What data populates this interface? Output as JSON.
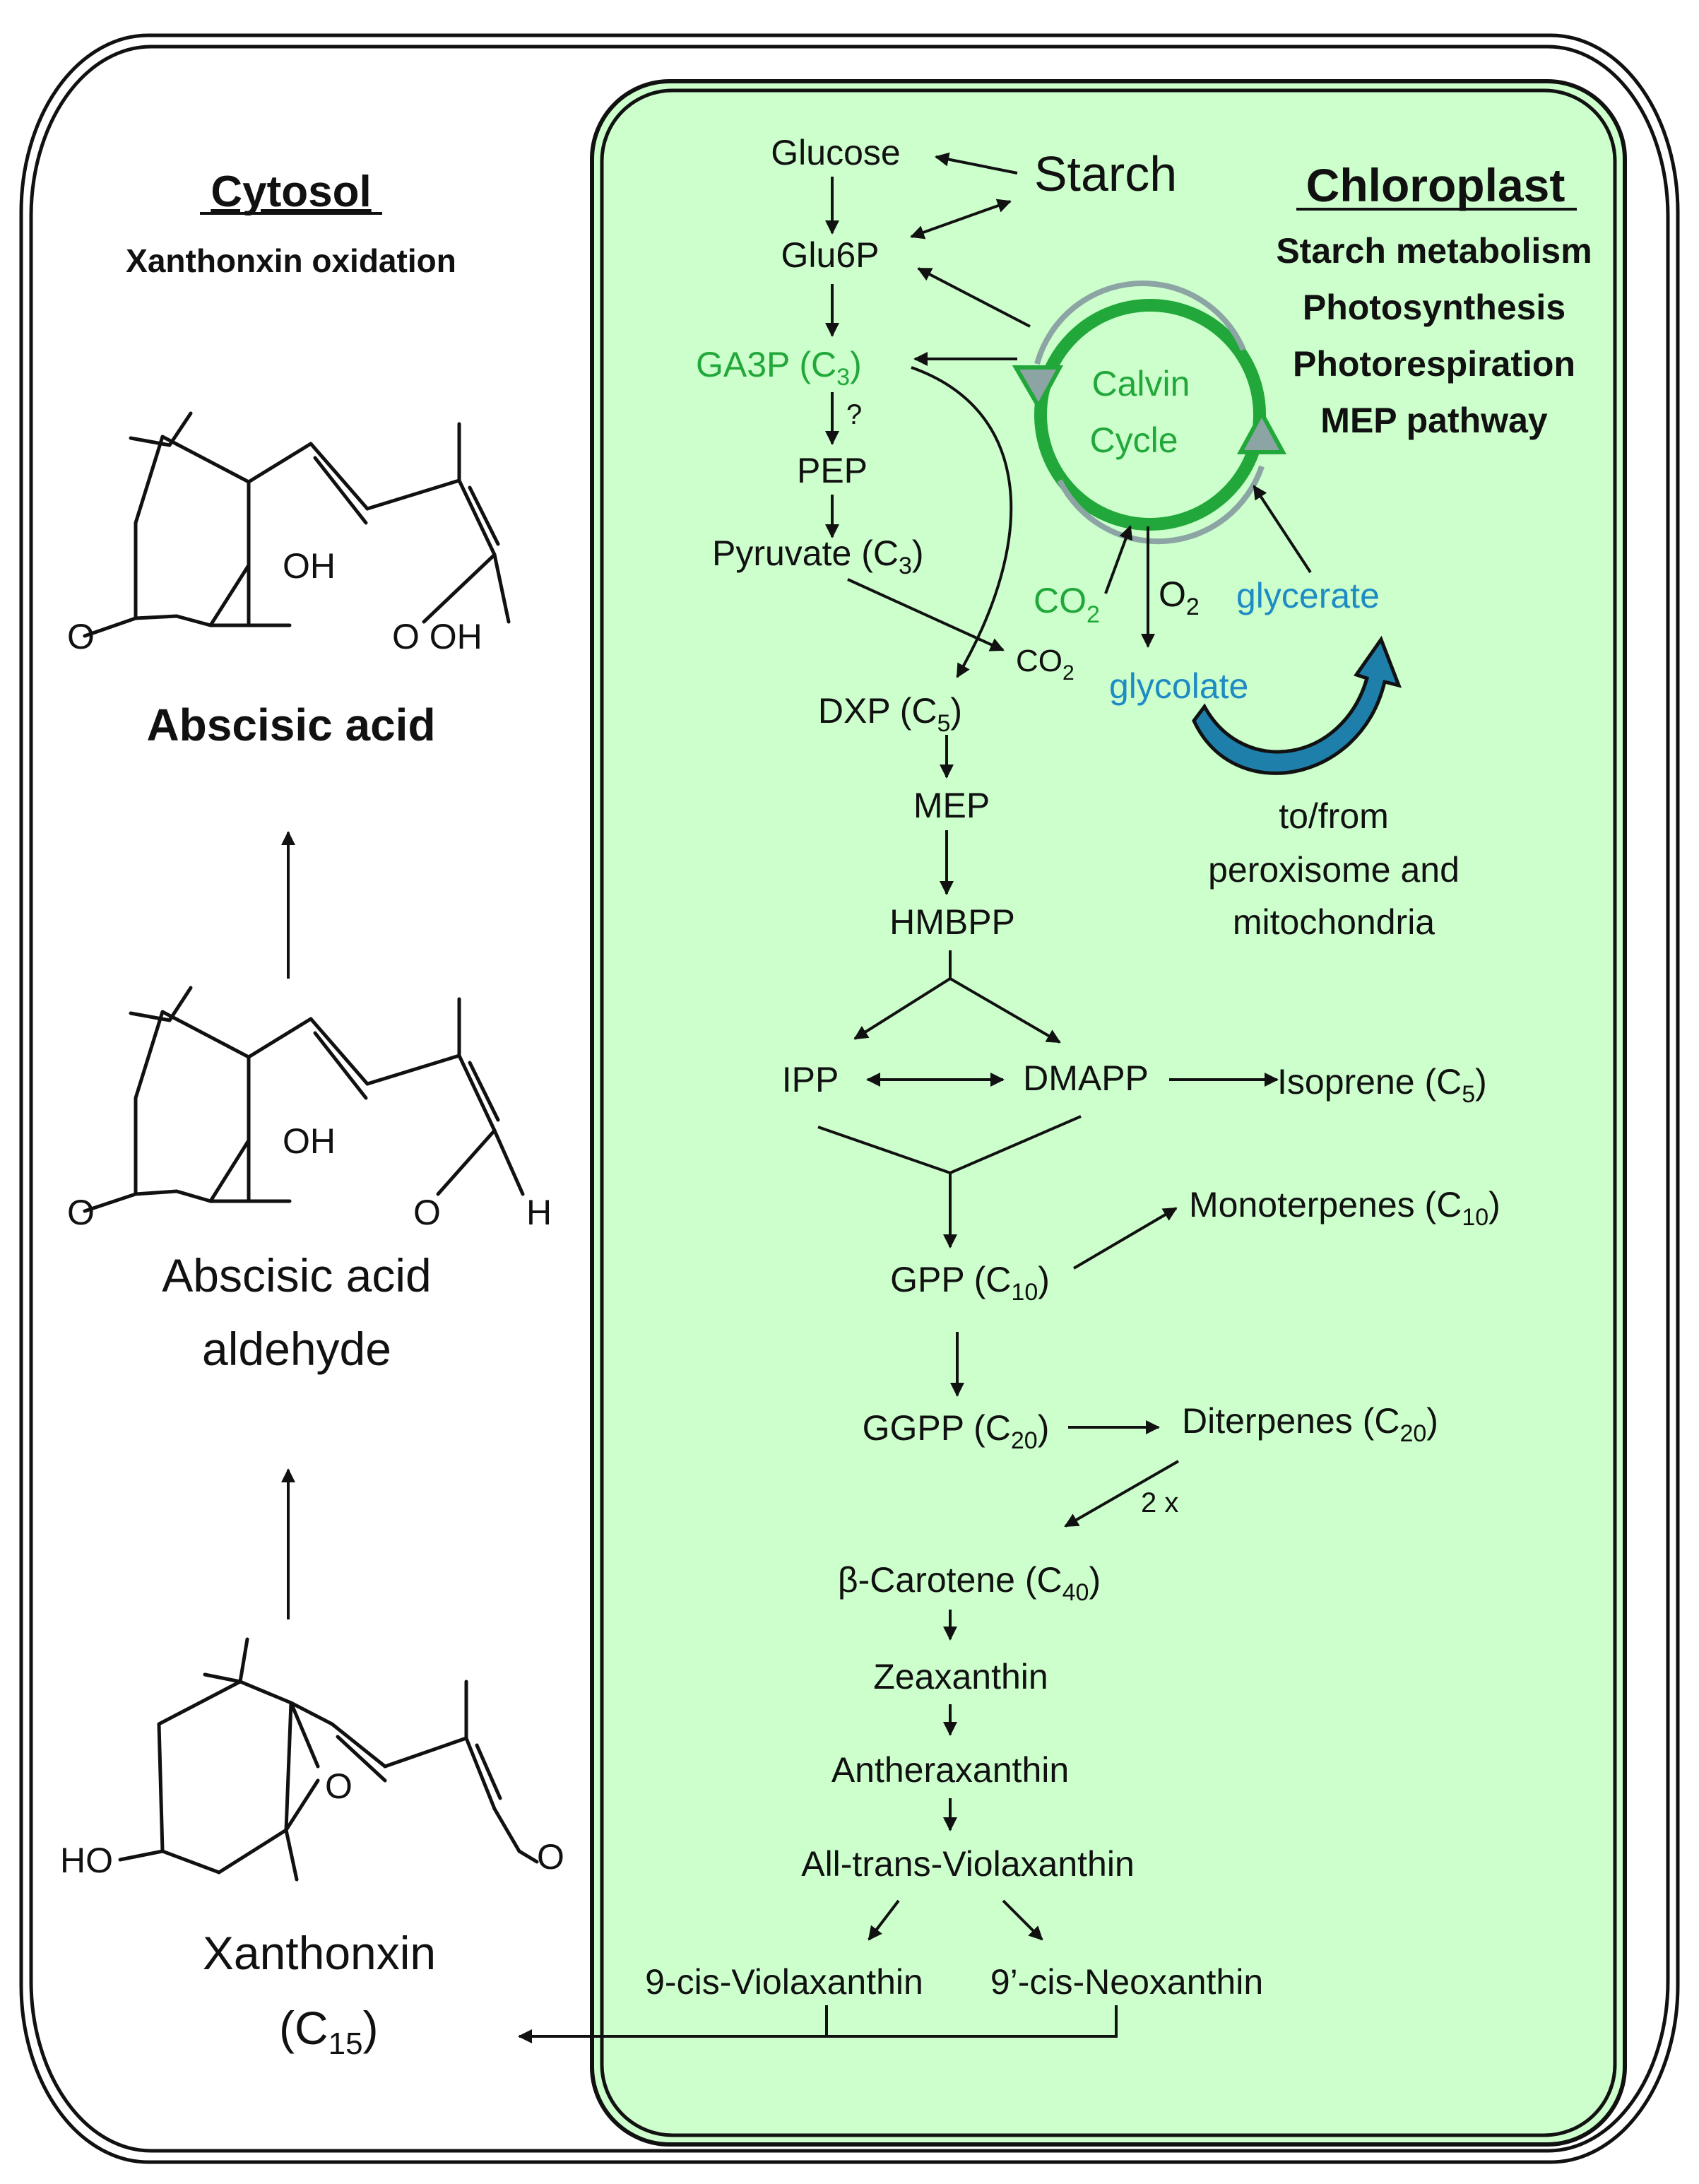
{
  "colors": {
    "chloroplast_fill": "#ccffcc",
    "calvin_green": "#22a83a",
    "calvin_grey": "#8ca4a4",
    "metabolite_blue": "#1f8bc4",
    "recycle_arrow_blue": "#1f7fab"
  },
  "cytosol": {
    "title": "Cytosol",
    "subtitle": "Xanthonxin oxidation",
    "abscisic_acid": {
      "label": "Abscisic acid",
      "atom_oh": "OH",
      "atom_o_ring": "O",
      "atom_acid": "O OH"
    },
    "aba_aldehyde": {
      "label_line1": "Abscisic acid",
      "label_line2": "aldehyde",
      "atom_oh": "OH",
      "atom_o_ring": "O",
      "atom_o": "O",
      "atom_h": "H"
    },
    "xanthonxin": {
      "label_line1": "Xanthonxin",
      "label_line2_main": "(C",
      "label_line2_sub": "15",
      "label_line2_end": ")",
      "atom_ho": "HO",
      "atom_o_epoxide": "O",
      "atom_o": "O"
    }
  },
  "chloroplast": {
    "title": "Chloroplast",
    "processes": [
      "Starch metabolism",
      "Photosynthesis",
      "Photorespiration",
      "MEP pathway"
    ],
    "calvin_cycle": [
      "Calvin",
      "Cycle"
    ],
    "nodes": {
      "glucose": "Glucose",
      "starch": "Starch",
      "glu6p": "Glu6P",
      "ga3p": {
        "main": "GA3P (C",
        "sub": "3",
        "end": ")"
      },
      "question": "?",
      "pep": "PEP",
      "pyruvate": {
        "main": "Pyruvate (C",
        "sub": "3",
        "end": ")"
      },
      "co2_pyr": {
        "main": "CO",
        "sub": "2"
      },
      "co2_calvin": {
        "main": "CO",
        "sub": "2"
      },
      "o2": {
        "main": "O",
        "sub": "2"
      },
      "glycerate": "glycerate",
      "glycolate": "glycolate",
      "dxp": {
        "main": "DXP (C",
        "sub": "5",
        "end": ")"
      },
      "mep": "MEP",
      "hmbpp": "HMBPP",
      "ipp": "IPP",
      "dmapp": "DMAPP",
      "isoprene": {
        "main": "Isoprene (C",
        "sub": "5",
        "end": ")"
      },
      "monoterpenes": {
        "main": "Monoterpenes (C",
        "sub": "10",
        "end": ")"
      },
      "gpp": {
        "main": "GPP (C",
        "sub": "10",
        "end": ")"
      },
      "ggpp": {
        "main": "GGPP (C",
        "sub": "20",
        "end": ")"
      },
      "diterpenes": {
        "main": "Diterpenes (C",
        "sub": "20",
        "end": ")"
      },
      "two_x": "2 x",
      "bcarotene": {
        "main": "β-Carotene (C",
        "sub": "40",
        "end": ")"
      },
      "zeaxanthin": "Zeaxanthin",
      "antheraxanthin": "Antheraxanthin",
      "all_trans": "All-trans-Violaxanthin",
      "nine_cis": "9-cis-Violaxanthin",
      "neoxanthin": "9’-cis-Neoxanthin"
    },
    "transport_note": [
      "to/from",
      "peroxisome and",
      "mitochondria"
    ]
  }
}
